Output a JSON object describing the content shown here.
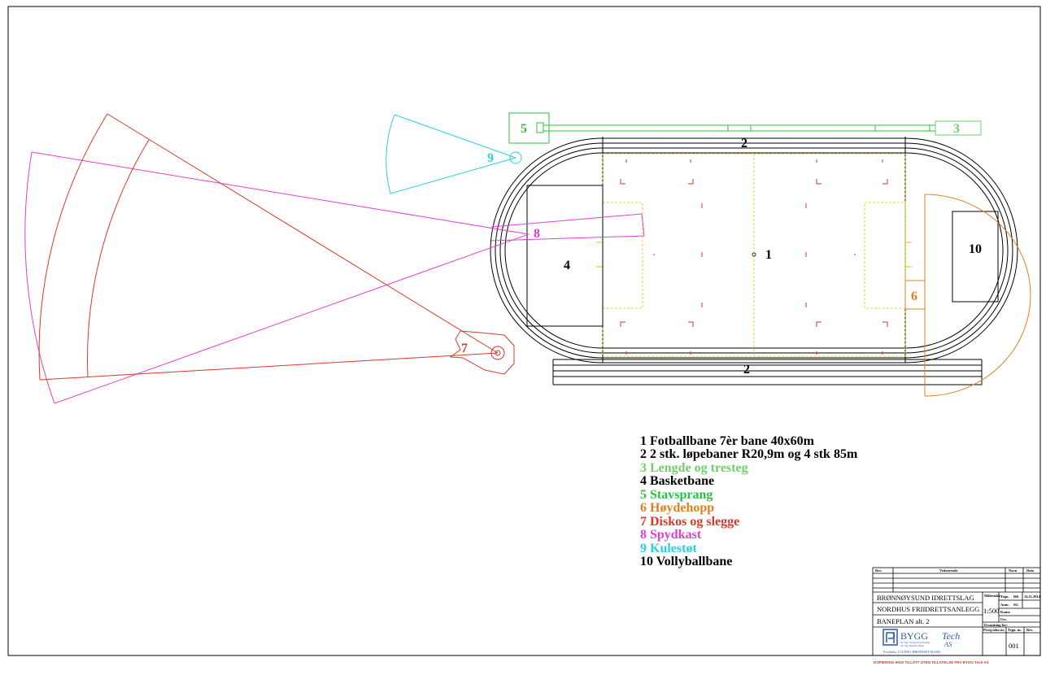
{
  "colors": {
    "black": "#000000",
    "pitch_yellow": "#e6c200",
    "pitch_red": "#d0382a",
    "green": "#2fbf3f",
    "light_green": "#6fcf6f",
    "orange": "#e08020",
    "red": "#d9382a",
    "magenta": "#e040d0",
    "cyan": "#2ad0e0",
    "logo_blue": "#2f56a8",
    "warning_red": "#e03030"
  },
  "plan_labels": {
    "football": "1",
    "track_top": "2",
    "track_bottom": "2",
    "long_jump": "3",
    "basketball": "4",
    "pole_vault": "5",
    "high_jump": "6",
    "discus": "7",
    "javelin": "8",
    "shot_put": "9",
    "volleyball": "10"
  },
  "legend": [
    {
      "text": "1 Fotballbane 7èr bane 40x60m",
      "color": "#000000"
    },
    {
      "text": "2 2 stk. løpebaner R20,9m og 4 stk 85m",
      "color": "#000000"
    },
    {
      "text": "3 Lengde og tresteg",
      "color": "#6fcf6f"
    },
    {
      "text": "4 Basketbane",
      "color": "#000000"
    },
    {
      "text": "5 Stavsprang",
      "color": "#2fbf3f"
    },
    {
      "text": "6 Høydehopp",
      "color": "#e08020"
    },
    {
      "text": "7 Diskos og slegge",
      "color": "#d9382a"
    },
    {
      "text": "8 Spydkast",
      "color": "#e040d0"
    },
    {
      "text": "9 Kulestøt",
      "color": "#2ad0e0"
    },
    {
      "text": "10 Vollyballbane",
      "color": "#000000"
    }
  ],
  "title_block": {
    "header_rev": "Rev.",
    "header_desc": "Vedrørende",
    "header_name": "Navn",
    "header_date": "Dato",
    "line1": "BRØNNØYSUND IDRETTSLAG",
    "line2": "NORDHUS FRIIDRETTSANLEGG",
    "line3": "BANEPLAN alt. 2",
    "scale_label": "Målestokk",
    "scale": "1:500",
    "drawn_label": "Tegn.",
    "drawn_by": "RK",
    "date": "14.11.2014",
    "approved_label": "Anm.",
    "approved_by": "SG",
    "checked_label": "Kontr.",
    "replaces_label": "Utv.",
    "replaced_by_label": "Erstatning for:",
    "project_label": "Prosj.tekn nr.",
    "drawing_no_label": "Tegn. nr.",
    "rev_label": "Rev.",
    "drawing_no": "001",
    "company_main": "BYGG",
    "company_tech": "Tech",
    "company_as": "AS",
    "company_sub1": "Siv. ing. Gerrard Sola Nordby",
    "company_sub2": "Siv. ing. Sigbjørn Olsen",
    "address": "Postboks 174    8901 BRØNNØYSUND",
    "warning": "KOPIERING IKKE TILLATT UTEN TILLATELSE FRA BYGG Tech AS"
  }
}
